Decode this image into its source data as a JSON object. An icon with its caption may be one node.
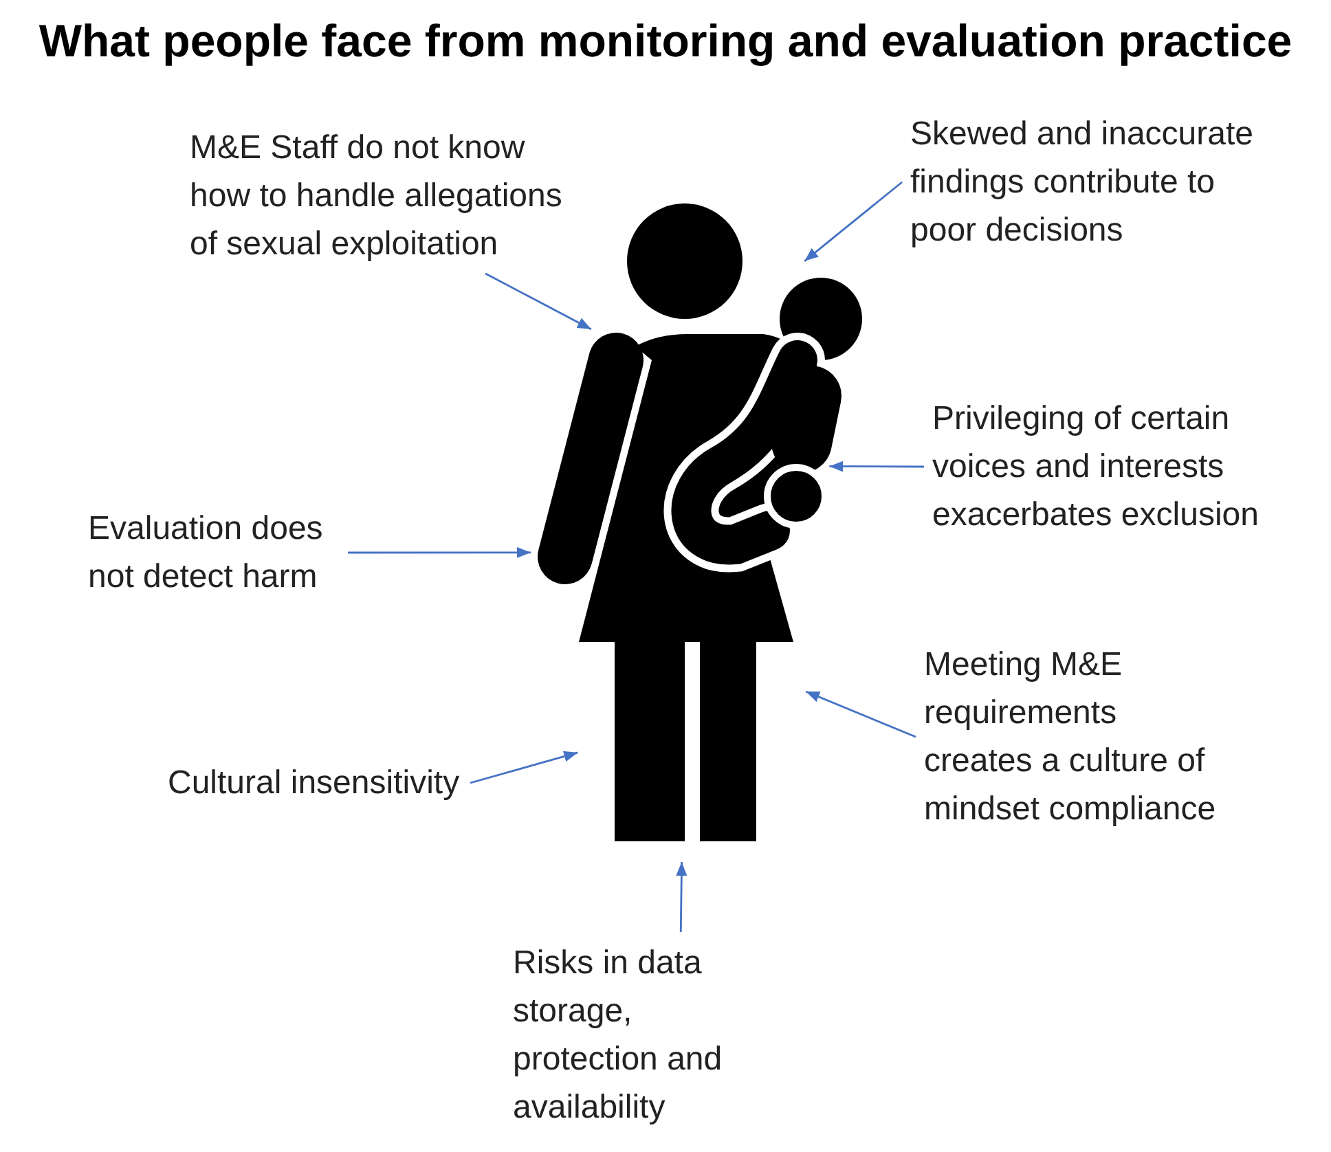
{
  "diagram": {
    "title": "What people face from monitoring and evaluation practice",
    "nodes": [
      {
        "text": [
          "M&E Staff do not know how to handle allegations of sexual exploitation"
        ]
      },
      {
        "text": [
          "Skewed and inaccurate findings contribute to poor decisions"
        ]
      },
      {
        "text": [],
        "shape": "person"
      },
      {
        "text": [
          "Privileging of certain voices and interests exacerbates exclusion"
        ]
      },
      {
        "text": [
          "Evaluation does not detect harm"
        ]
      },
      {
        "text": [
          "Meeting M&E requirements creates a culture of mindset compliance"
        ]
      },
      {
        "text": [
          "Cultural insensitivity"
        ]
      },
      {
        "text": [
          "Risks in data storage, protection and availability"
        ]
      }
    ],
    "edges": [
      {
        "from": 0,
        "to": 2,
        "arrow": "to"
      },
      {
        "from": 1,
        "to": 2,
        "arrow": "to"
      },
      {
        "from": 3,
        "to": 2,
        "arrow": "to"
      },
      {
        "from": 4,
        "to": 2,
        "arrow": "to"
      },
      {
        "from": 5,
        "to": 2,
        "arrow": "to"
      },
      {
        "from": 6,
        "to": 2,
        "arrow": "to"
      },
      {
        "from": 7,
        "to": 2,
        "arrow": "to"
      }
    ]
  }
}
